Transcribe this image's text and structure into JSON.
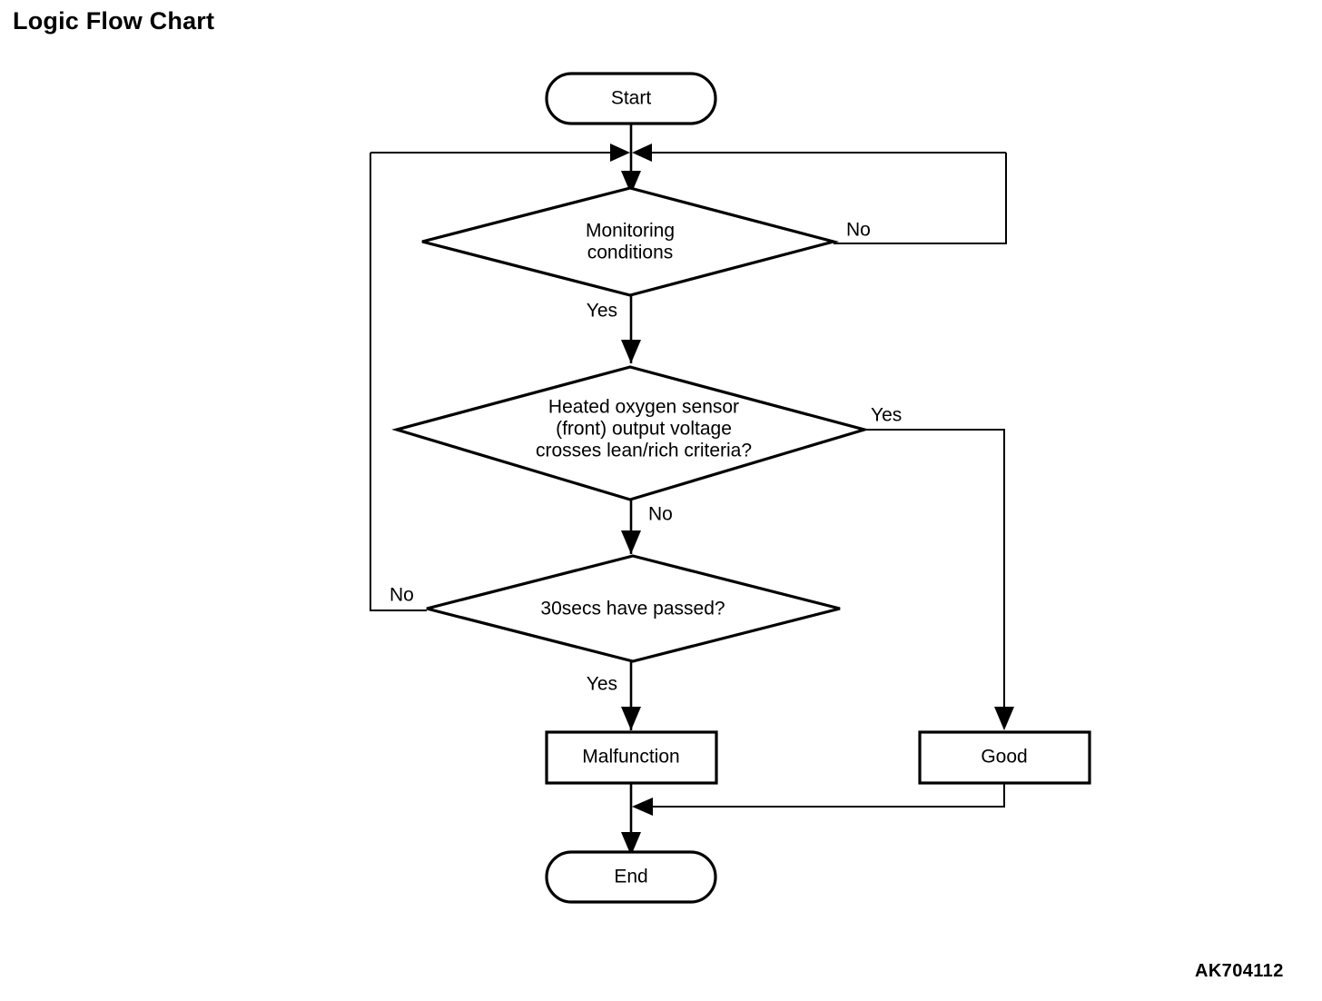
{
  "page": {
    "title": "Logic Flow Chart",
    "figure_code": "AK704112",
    "background_color": "#ffffff",
    "line_color": "#000000"
  },
  "chart_data": {
    "type": "diagram",
    "diagram_kind": "flowchart",
    "title": "Logic Flow Chart",
    "nodes": [
      {
        "id": "start",
        "shape": "terminator",
        "label": "Start"
      },
      {
        "id": "monitoring",
        "shape": "decision",
        "label": "Monitoring conditions",
        "label_lines": [
          "Monitoring",
          "conditions"
        ]
      },
      {
        "id": "o2sensor",
        "shape": "decision",
        "label": "Heated oxygen sensor (front) output voltage crosses lean/rich criteria?",
        "label_lines": [
          "Heated oxygen sensor",
          "(front) output voltage",
          "crosses lean/rich criteria?"
        ]
      },
      {
        "id": "timer",
        "shape": "decision",
        "label": "30secs have passed?",
        "label_lines": [
          "30secs have passed?"
        ]
      },
      {
        "id": "malfunction",
        "shape": "process",
        "label": "Malfunction"
      },
      {
        "id": "good",
        "shape": "process",
        "label": "Good"
      },
      {
        "id": "end",
        "shape": "terminator",
        "label": "End"
      }
    ],
    "edges": [
      {
        "from": "start",
        "to": "monitoring",
        "label": ""
      },
      {
        "from": "monitoring",
        "to": "start-join",
        "label": "No",
        "direction": "right-loop-up"
      },
      {
        "from": "monitoring",
        "to": "o2sensor",
        "label": "Yes",
        "direction": "down"
      },
      {
        "from": "o2sensor",
        "to": "good",
        "label": "Yes",
        "direction": "right-down"
      },
      {
        "from": "o2sensor",
        "to": "timer",
        "label": "No",
        "direction": "down"
      },
      {
        "from": "timer",
        "to": "start-join",
        "label": "No",
        "direction": "left-loop-up"
      },
      {
        "from": "timer",
        "to": "malfunction",
        "label": "Yes",
        "direction": "down"
      },
      {
        "from": "malfunction",
        "to": "end",
        "label": "",
        "direction": "down"
      },
      {
        "from": "good",
        "to": "end",
        "label": "",
        "direction": "down-left-join"
      }
    ]
  },
  "labels": {
    "start": "Start",
    "monitoring_line1": "Monitoring",
    "monitoring_line2": "conditions",
    "o2_line1": "Heated oxygen sensor",
    "o2_line2": "(front) output voltage",
    "o2_line3": "crosses lean/rich criteria?",
    "timer": "30secs have passed?",
    "malfunction": "Malfunction",
    "good": "Good",
    "end": "End",
    "monitoring_no": "No",
    "monitoring_yes": "Yes",
    "o2_yes": "Yes",
    "o2_no": "No",
    "timer_no": "No",
    "timer_yes": "Yes"
  }
}
